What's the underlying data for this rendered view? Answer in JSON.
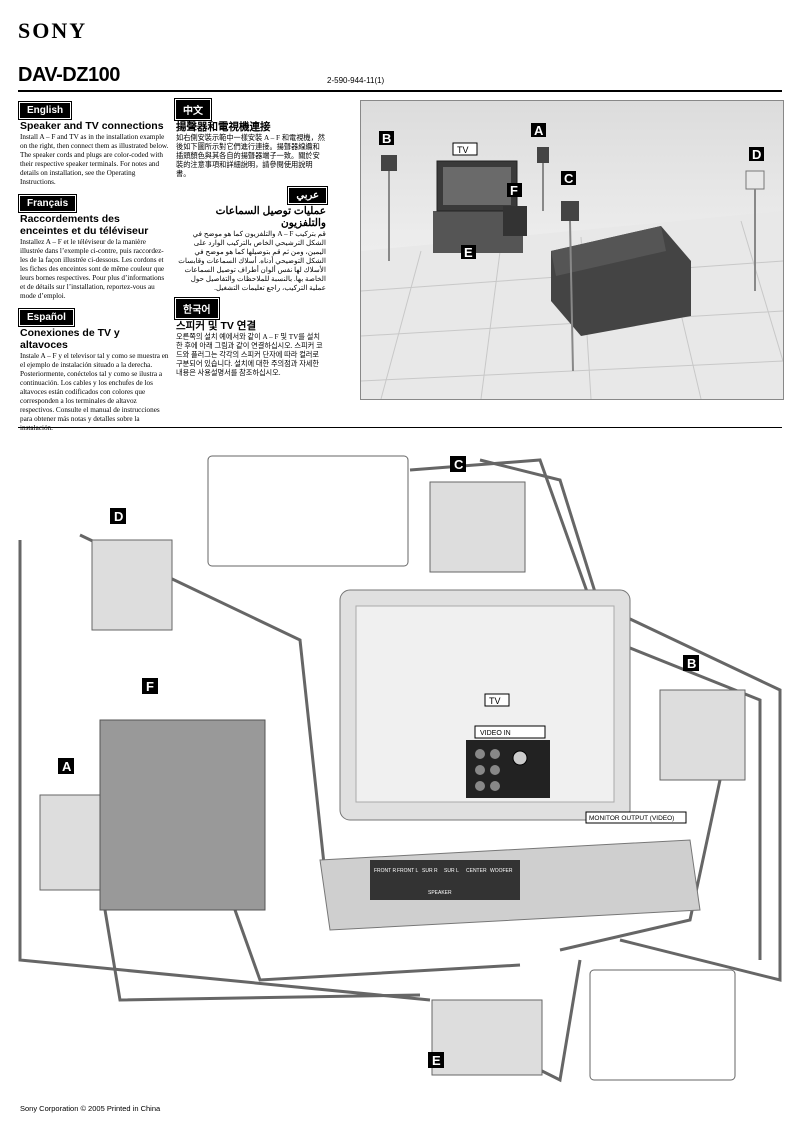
{
  "header": {
    "brand": "SONY",
    "model": "DAV-DZ100",
    "part_number": "2-590-944-11(1)"
  },
  "sections": {
    "english": {
      "lang": "English",
      "title": "Speaker and TV connections",
      "body": "Install A – F and TV as in the installation example on the right, then connect them as illustrated below. The speaker cords and plugs are color-coded with their respective speaker terminals. For notes and details on installation, see the Operating Instructions."
    },
    "french": {
      "lang": "Français",
      "title": "Raccordements des enceintes et du téléviseur",
      "body": "Installez A – F et le téléviseur de la manière illustrée dans l’exemple ci-contre, puis raccordez-les de la façon illustrée ci-dessous. Les cordons et les fiches des enceintes sont de même couleur que leurs bornes respectives. Pour plus d’informations et de détails sur l’installation, reportez-vous au mode d’emploi."
    },
    "spanish": {
      "lang": "Español",
      "title": "Conexiones de TV y altavoces",
      "body": "Instale A – F y el televisor tal y como se muestra en el ejemplo de instalación situado a la derecha. Posteriormente, conéctelos tal y como se ilustra a continuación. Los cables y los enchufes de los altavoces están codificados con colores que corresponden a los terminales de altavoz respectivos. Consulte el manual de instrucciones para obtener más notas y detalles sobre la instalación."
    },
    "chinese": {
      "lang": "中文",
      "title": "揚聲器和電視機連接",
      "body": "如右側安裝示範中一樣安裝 A – F 和電視機，然後如下圖所示對它們進行連接。揚聲器線纜和插頭顏色與其各自的揚聲器端子一致。關於安裝的注意事項和詳細說明，請參閱使用說明書。"
    },
    "arabic": {
      "lang": "عربي",
      "title": "عمليات توصيل السماعات والتلفزيون",
      "body": "قم بتركيب A – F والتلفزيون كما هو موضح في الشكل الترشيحي الخاص بالتركيب الوارد على اليمين، ومن ثم قم بتوصيلها كما هو موضح في الشكل التوضيحي أدناه. أسلاك السماعات وقابسات الأسلاك لها نفس ألوان أطراف توصيل السماعات الخاصة بها. بالنسبة للملاحظات والتفاصيل حول عملية التركيب، راجع تعليمات التشغيل."
    },
    "korean": {
      "lang": "한국어",
      "title": "스피커 및 TV 연결",
      "body": "오른쪽의 설치 예에서와 같이 A – F 및 TV를 설치한 후에 아래 그림과 같이 연결하십시오. 스피커 코드와 플러그는 각각의 스피커 단자에 따라 컬러로 구분되어 있습니다. 설치에 대한 주의점과 자세한 내용은 사용설명서를 참조하십시오."
    }
  },
  "labels": {
    "tv": "TV",
    "video_in": "VIDEO IN",
    "monitor_output": "MONITOR OUTPUT (VIDEO)",
    "speakers": [
      "A",
      "B",
      "C",
      "D",
      "E",
      "F"
    ],
    "terminals": [
      "FRONT R",
      "FRONT L",
      "SUR R",
      "SUR L",
      "CENTER",
      "WOOFER"
    ],
    "speaker_group": "SPEAKER"
  },
  "footer": {
    "text": "Sony Corporation © 2005   Printed in China"
  }
}
